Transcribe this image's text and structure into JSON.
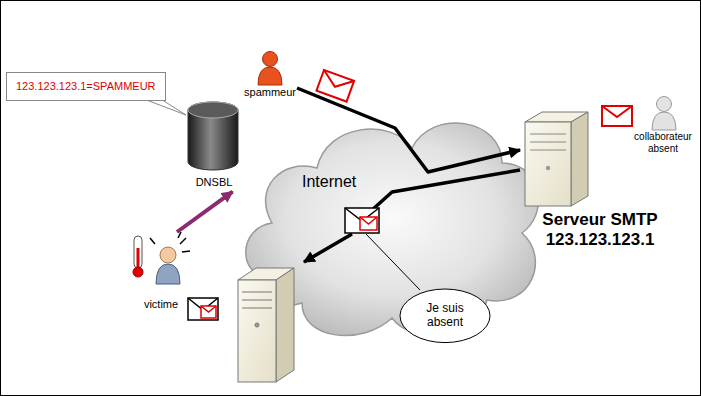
{
  "diagram": {
    "nodes": [
      {
        "text": [
          "spammeur"
        ]
      },
      {
        "text": [
          "123.123.123.1=SPAMMEUR"
        ]
      },
      {
        "text": [
          "DNSBL"
        ]
      },
      {
        "text": [
          "Internet"
        ]
      },
      {
        "text": [
          "Serveur SMTP 123.123.123.1"
        ]
      },
      {
        "text": [
          "collaborateur absent"
        ]
      },
      {
        "text": [
          "victime"
        ]
      },
      {
        "text": [
          "Je suis absent"
        ]
      }
    ],
    "edges": [
      {
        "from": 0,
        "to": 4,
        "arrow": "to"
      },
      {
        "from": 6,
        "to": 2,
        "arrow": "to"
      }
    ]
  }
}
